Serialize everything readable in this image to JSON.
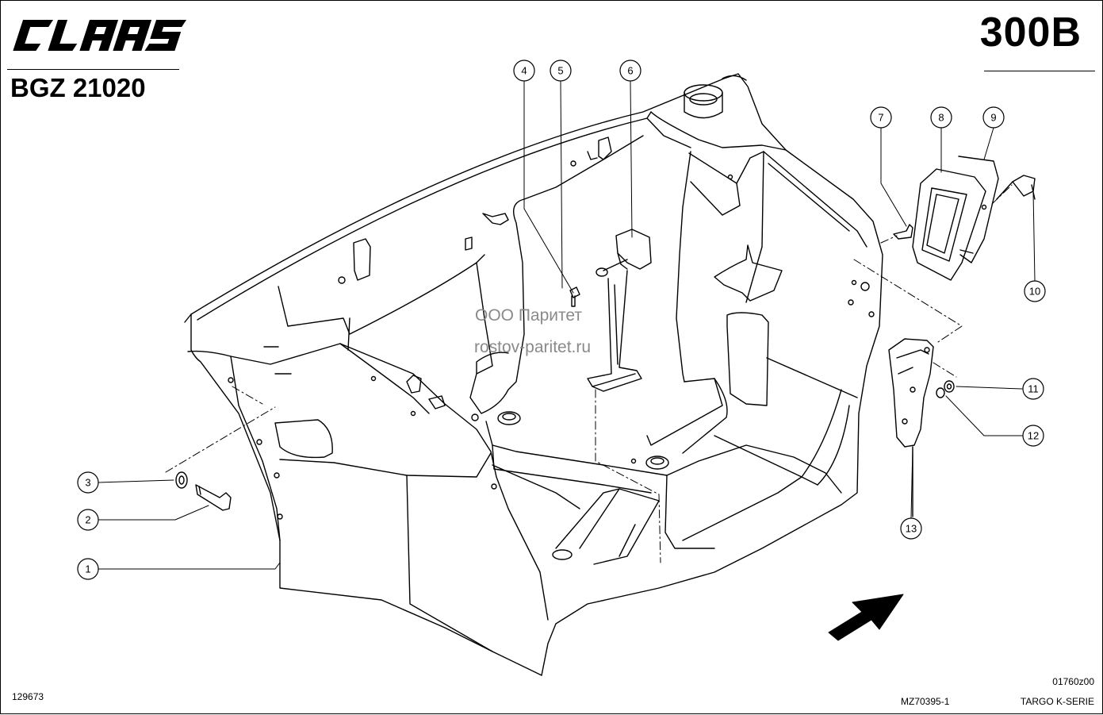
{
  "header": {
    "brand": "CLAAS",
    "page_code": "300B",
    "group_code": "BGZ 21020"
  },
  "watermark": {
    "line1": "ООО Паритет",
    "line2": "rostov-paritet.ru"
  },
  "callouts": [
    "1",
    "2",
    "3",
    "4",
    "5",
    "6",
    "7",
    "8",
    "9",
    "10",
    "11",
    "12",
    "13"
  ],
  "footer": {
    "doc_number": "129673",
    "drawing_id": "01760z00",
    "catalog_ref": "MZ70395-1",
    "series": "TARGO K-SERIE"
  }
}
